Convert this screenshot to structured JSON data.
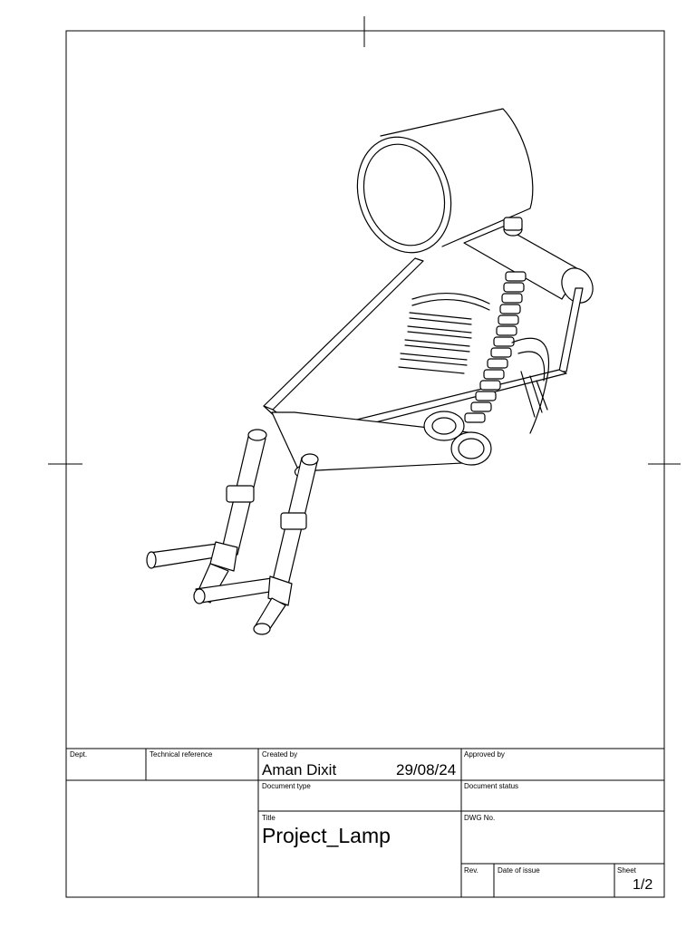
{
  "title_block": {
    "dept_label": "Dept.",
    "technical_reference_label": "Technical reference",
    "created_by_label": "Created by",
    "created_by_value": "Aman Dixit",
    "created_date": "29/08/24",
    "approved_by_label": "Approved by",
    "document_type_label": "Document type",
    "document_status_label": "Document status",
    "title_label": "Title",
    "title_value": "Project_Lamp",
    "dwg_no_label": "DWG No.",
    "rev_label": "Rev.",
    "date_of_issue_label": "Date of issue",
    "sheet_label": "Sheet",
    "sheet_value": "1/2"
  },
  "drawing": {
    "subject": "isometric line drawing of desk lamp assembly",
    "line_color": "#000000",
    "background_color": "#ffffff"
  }
}
